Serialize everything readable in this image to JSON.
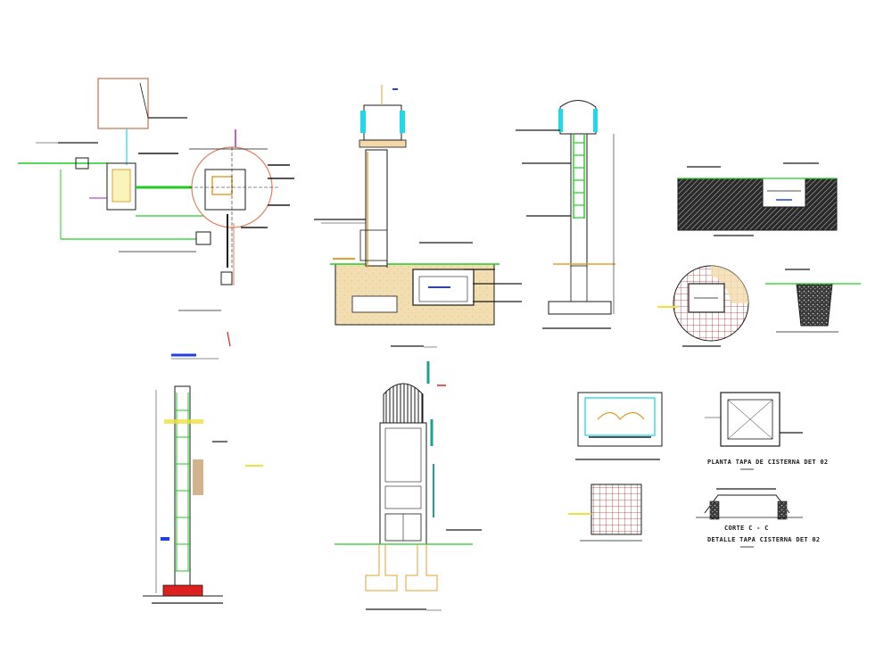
{
  "drawing": {
    "labels": {
      "planta_tapa": "PLANTA TAPA DE CISTERNA DET 02",
      "corte": "CORTE C - C",
      "detalle_tapa": "DETALLE TAPA CISTERNA DET 02"
    }
  },
  "colors": {
    "line": "#1a1a1a",
    "green": "#22cc22",
    "cyan": "#20d8e8",
    "red": "#dd2020",
    "orange": "#e0a030",
    "magenta": "#a020c0",
    "sand": "#f2deb0",
    "tank_tan": "#f4d9a8",
    "blue": "#2040e0",
    "yellow": "#f0e040"
  }
}
